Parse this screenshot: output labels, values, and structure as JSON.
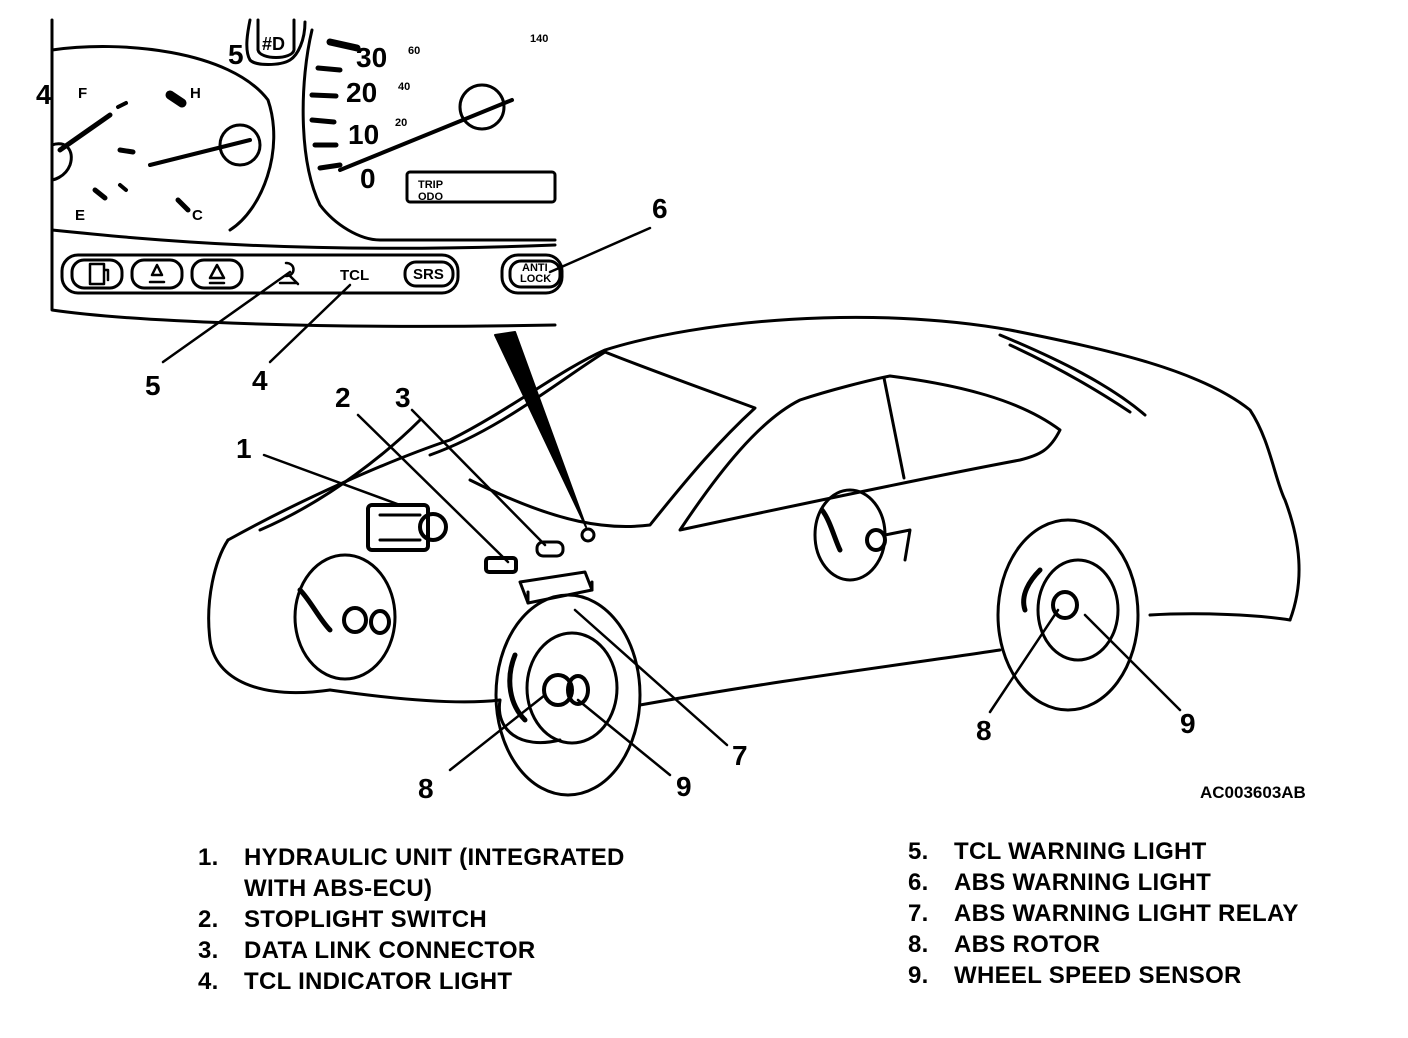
{
  "callouts": {
    "c1": "1",
    "c2": "2",
    "c3": "3",
    "c4": "4",
    "c5": "5",
    "c6": "6",
    "c7": "7",
    "c8a": "8",
    "c8b": "8",
    "c9a": "9",
    "c9b": "9"
  },
  "figure_code": "AC003603AB",
  "cluster": {
    "speed_30": "30",
    "speed_20": "20",
    "speed_10": "10",
    "speed_0": "0",
    "kmh_60": "60",
    "kmh_40": "40",
    "kmh_20": "20",
    "top_140": "140",
    "gauge_4": "4",
    "gauge_f": "F",
    "gauge_h": "H",
    "gauge_e": "E",
    "gauge_c": "C",
    "gauge_5": "5",
    "trip": "TRIP",
    "odo": "ODO",
    "tcl": "TCL",
    "srs": "SRS",
    "anti": "ANTI",
    "lock": "LOCK"
  },
  "legend": {
    "left": [
      {
        "num": "1.",
        "text": "HYDRAULIC UNIT (INTEGRATED\nWITH ABS-ECU)"
      },
      {
        "num": "2.",
        "text": "STOPLIGHT SWITCH"
      },
      {
        "num": "3.",
        "text": "DATA LINK CONNECTOR"
      },
      {
        "num": "4.",
        "text": "TCL INDICATOR LIGHT"
      }
    ],
    "right": [
      {
        "num": "5.",
        "text": "TCL WARNING LIGHT"
      },
      {
        "num": "6.",
        "text": "ABS WARNING LIGHT"
      },
      {
        "num": "7.",
        "text": "ABS WARNING LIGHT RELAY"
      },
      {
        "num": "8.",
        "text": "ABS ROTOR"
      },
      {
        "num": "9.",
        "text": "WHEEL SPEED SENSOR"
      }
    ]
  }
}
